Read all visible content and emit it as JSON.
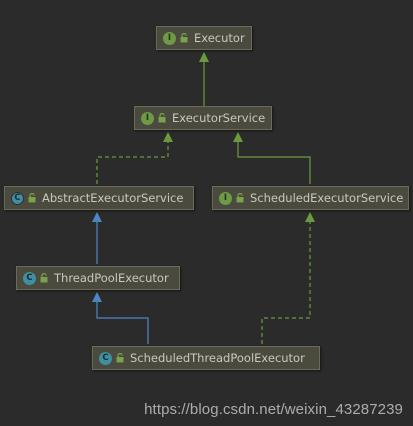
{
  "diagram": {
    "nodes": {
      "executor": {
        "label": "Executor",
        "kind": "I"
      },
      "executor_service": {
        "label": "ExecutorService",
        "kind": "I"
      },
      "abstract_executor_service": {
        "label": "AbstractExecutorService",
        "kind": "C"
      },
      "scheduled_executor_service": {
        "label": "ScheduledExecutorService",
        "kind": "I"
      },
      "thread_pool_executor": {
        "label": "ThreadPoolExecutor",
        "kind": "C"
      },
      "scheduled_thread_pool_executor": {
        "label": "ScheduledThreadPoolExecutor",
        "kind": "C"
      }
    },
    "edges": [
      {
        "from": "executor_service",
        "to": "executor",
        "relation": "extends-interface"
      },
      {
        "from": "scheduled_executor_service",
        "to": "executor_service",
        "relation": "extends-interface"
      },
      {
        "from": "abstract_executor_service",
        "to": "executor_service",
        "relation": "implements"
      },
      {
        "from": "thread_pool_executor",
        "to": "abstract_executor_service",
        "relation": "extends-class"
      },
      {
        "from": "scheduled_thread_pool_executor",
        "to": "thread_pool_executor",
        "relation": "extends-class"
      },
      {
        "from": "scheduled_thread_pool_executor",
        "to": "scheduled_executor_service",
        "relation": "implements"
      }
    ],
    "colors": {
      "interface_inheritance": "#6a9a3f",
      "implementation": "#6a9a3f",
      "class_inheritance": "#4d86c4",
      "node_fill": "#4b4a3e",
      "background": "#2b2b2b"
    }
  },
  "watermark": "https://blog.csdn.net/weixin_43287239"
}
